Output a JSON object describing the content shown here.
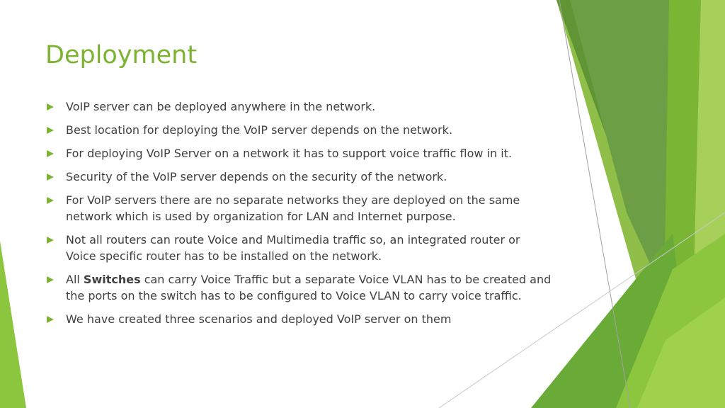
{
  "slide": {
    "title": "Deployment",
    "accent_color": "#7cb332",
    "text_color": "#404040",
    "bullet_icon": "triangle-arrow-icon",
    "bullets": [
      {
        "text": "VoIP server can be deployed anywhere in the network."
      },
      {
        "text": "Best location for deploying the VoIP server depends on the network."
      },
      {
        "text": "For deploying VoIP Server on a network it has to support voice traffic flow in it."
      },
      {
        "text": "Security of the VoIP server depends on the security of the network."
      },
      {
        "text": "For VoIP servers there are no separate networks they are deployed on the same network which is used by organization for LAN and Internet purpose."
      },
      {
        "text": "Not all routers can route Voice and Multimedia traffic so, an integrated router or Voice specific router has to be installed on the network."
      },
      {
        "prefix": "All ",
        "bold": "Switches",
        "suffix": " can carry Voice Traffic but a separate Voice VLAN has to be created and the ports on the switch has to be configured to Voice VLAN to carry voice traffic."
      },
      {
        "text": "We have created three scenarios and deployed VoIP server on them"
      }
    ]
  }
}
